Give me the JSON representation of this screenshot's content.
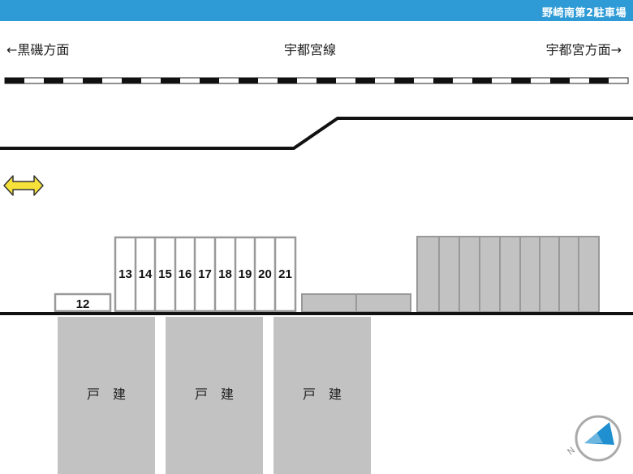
{
  "header": {
    "title": "野崎南第2駐車場"
  },
  "directions": {
    "left": "←黒磯方面",
    "center": "宇都宮線",
    "right": "宇都宮方面→"
  },
  "lot": {
    "spaces": [
      "12",
      "13",
      "14",
      "15",
      "16",
      "17",
      "18",
      "19",
      "20",
      "21"
    ]
  },
  "houses": [
    {
      "label": "戸　建"
    },
    {
      "label": "戸　建"
    },
    {
      "label": "戸　建"
    }
  ],
  "icons": {
    "two_way_arrow": "double-arrow-icon",
    "compass": "compass-north-icon"
  },
  "colors": {
    "header": "#2e9bd6",
    "arrow": "#f5e13a",
    "compass": "#1f8fd0",
    "gray_block": "#c2c2c2"
  }
}
